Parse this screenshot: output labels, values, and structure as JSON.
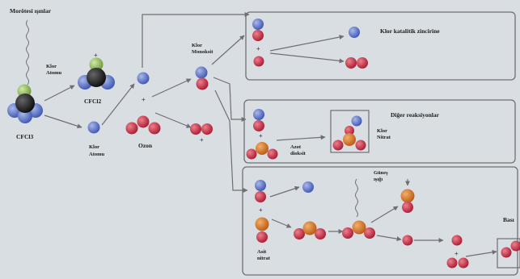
{
  "labels": {
    "incoming_light": "Morötesi ışınlar",
    "cl_atom_a": "Klor",
    "cl_atom_b": "Atomu",
    "cfc_left": "CFCl3",
    "cfc_right": "CFCl2",
    "free_cl_a": "Klor",
    "free_cl_b": "Atomu",
    "ozone": "Ozon",
    "clo_a": "Klor",
    "clo_b": "Monoksit",
    "box1_title": "Klor katalitik zincirine",
    "box2_title": "Diğer reaksiyonlar",
    "nitrate_a": "Klor",
    "nitrate_b": "Nitrat",
    "nitrogen_dioxide_a": "Azot",
    "nitrogen_dioxide_b": "dioksit",
    "sunlight_a": "Güneş",
    "sunlight_b": "ışığı",
    "acid_a": "Asit",
    "acid_b": "nitrat",
    "right_cut": "Bası"
  },
  "colors": {
    "background": "#d9dee2",
    "chlorine": "#5b73c9",
    "oxygen": "#c7283f",
    "nitrogen": "#d8741f",
    "carbon": "#1a1a1a",
    "fluorine": "#8fb85a",
    "arrow": "#6f6f73",
    "box_border": "#6f6f73"
  }
}
